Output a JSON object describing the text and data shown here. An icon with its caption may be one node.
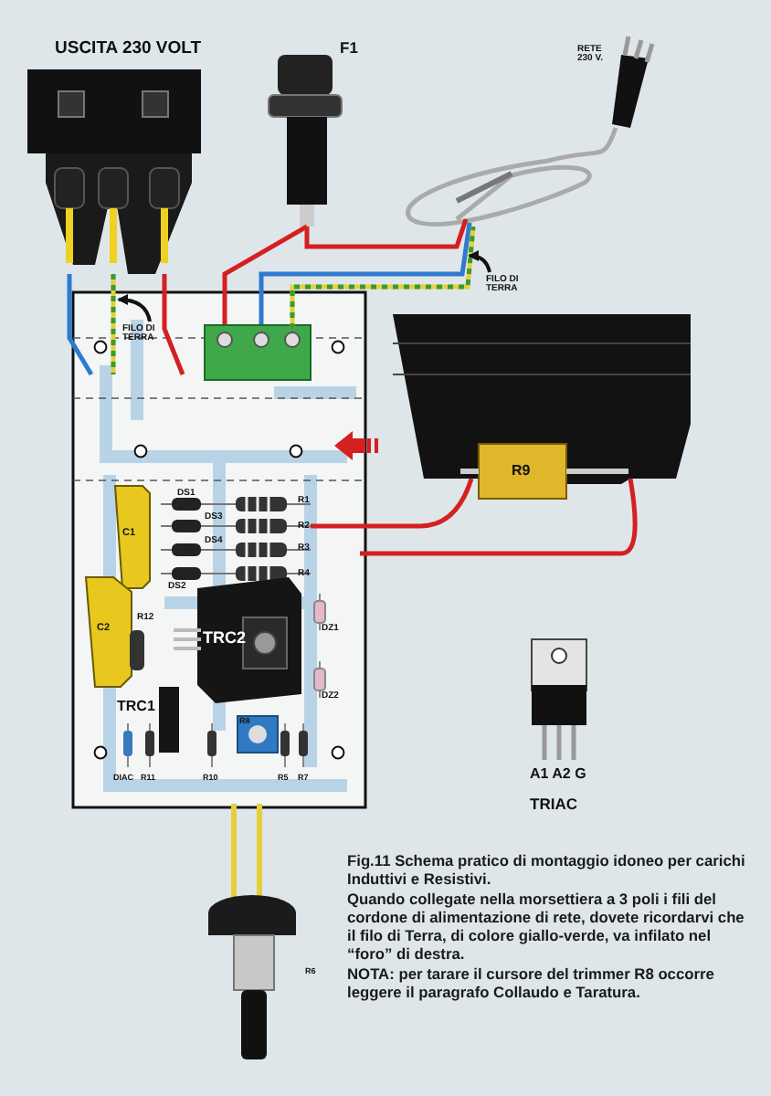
{
  "diagram": {
    "caption": "Fig.11 Schema pratico di montaggio idoneo per carichi Induttivi e Resistivi.",
    "nodes": [
      {
        "text": [
          "FILO DI TERRA"
        ]
      },
      {
        "text": [
          "FILO DI TERRA"
        ]
      },
      {
        "text": [],
        "shape": "wire"
      },
      {
        "text": [],
        "shape": "wire"
      }
    ],
    "edges": [
      {
        "from": 0,
        "to": 2,
        "arrow": "to"
      },
      {
        "from": 1,
        "to": 3,
        "arrow": "to"
      }
    ],
    "labels": [
      "USCITA 230 VOLT",
      "F1",
      "RETE 230 V.",
      "R9",
      "DS1",
      "R1",
      "DS3",
      "R2",
      "DS4",
      "R3",
      "C1",
      "R4",
      "DS2",
      "C2",
      "R12",
      "TRC2",
      "DZ1",
      "DZ2",
      "TRC1",
      "R8",
      "DIAC",
      "R11",
      "R10",
      "R5",
      "R7",
      "R6",
      "A1 A2 G",
      "TRIAC",
      "Quando collegate nella morsettiera a 3 poli i fili del cordone di alimentazione di rete, dovete ricordarvi che il filo di Terra, di colore giallo-verde, va infilato nel “foro” di destra.",
      "NOTA: per tarare il cursore del trimmer R8 occorre leggere il paragrafo Collaudo e Taratura."
    ]
  }
}
